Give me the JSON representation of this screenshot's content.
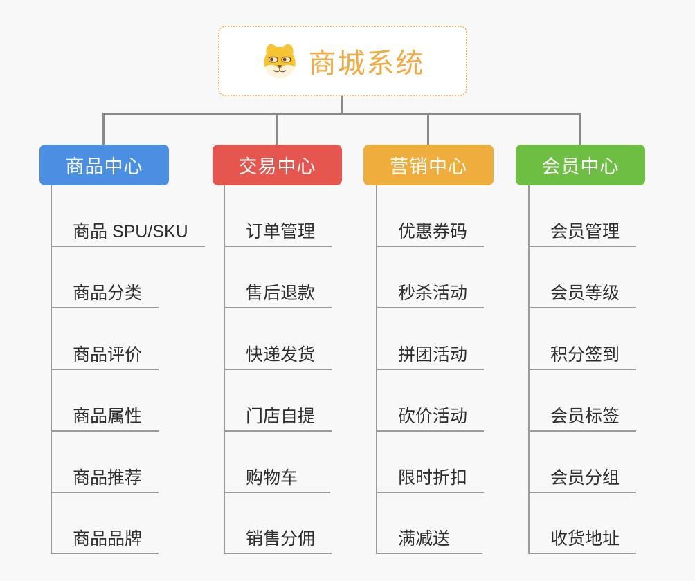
{
  "root": {
    "title": "商城系统",
    "icon": "doge-icon"
  },
  "branches": [
    {
      "label": "商品中心",
      "color": "#4a8fe2",
      "items": [
        "商品 SPU/SKU",
        "商品分类",
        "商品评价",
        "商品属性",
        "商品推荐",
        "商品品牌"
      ]
    },
    {
      "label": "交易中心",
      "color": "#e5564f",
      "items": [
        "订单管理",
        "售后退款",
        "快递发货",
        "门店自提",
        "购物车",
        "销售分佣"
      ]
    },
    {
      "label": "营销中心",
      "color": "#eead3c",
      "items": [
        "优惠券码",
        "秒杀活动",
        "拼团活动",
        "砍价活动",
        "限时折扣",
        "满减送"
      ]
    },
    {
      "label": "会员中心",
      "color": "#6fbe44",
      "items": [
        "会员管理",
        "会员等级",
        "积分签到",
        "会员标签",
        "会员分组",
        "收货地址"
      ]
    }
  ],
  "colors": {
    "background": "#f8f8f8",
    "root_title": "#f0ab43",
    "root_border": "#f3ba5f",
    "connector": "#8a8a8a",
    "leaf_line": "#9a9a9a",
    "leaf_text": "#2e2e2e"
  }
}
